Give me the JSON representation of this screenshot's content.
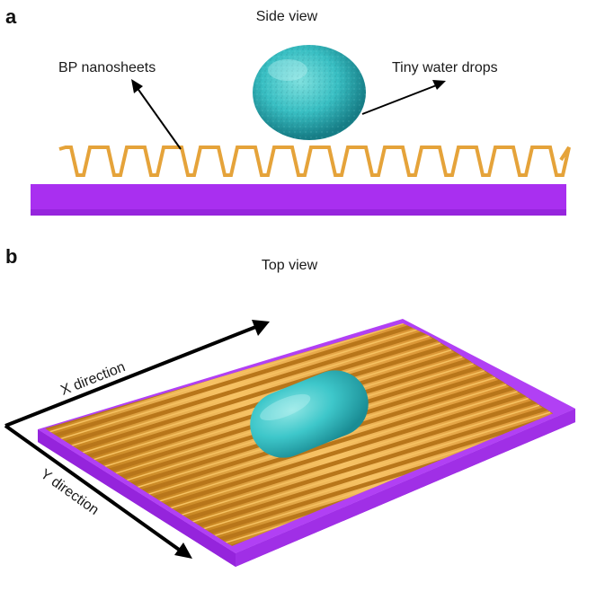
{
  "panel_a": {
    "label": "a",
    "caption": "Side view",
    "callouts": {
      "nanosheets": "BP nanosheets",
      "drops": "Tiny water drops"
    }
  },
  "panel_b": {
    "label": "b",
    "caption": "Top view",
    "axes": {
      "x": "X direction",
      "y": "Y direction"
    }
  },
  "colors": {
    "substrate": "#a92ff0",
    "substrate_dark": "#8a1fd0",
    "nanosheet": "#e5a33a",
    "nanosheet_dark": "#b8761a",
    "nanosheet_light": "#f6c262",
    "water": "#3cc3c6",
    "water_dark": "#1b8f96",
    "arrow": "#000000"
  },
  "icons": {
    "substrate": "substrate-slab",
    "nanosheet": "corrugated-sheet",
    "water": "water-droplet",
    "arrow": "arrow-pointer"
  }
}
